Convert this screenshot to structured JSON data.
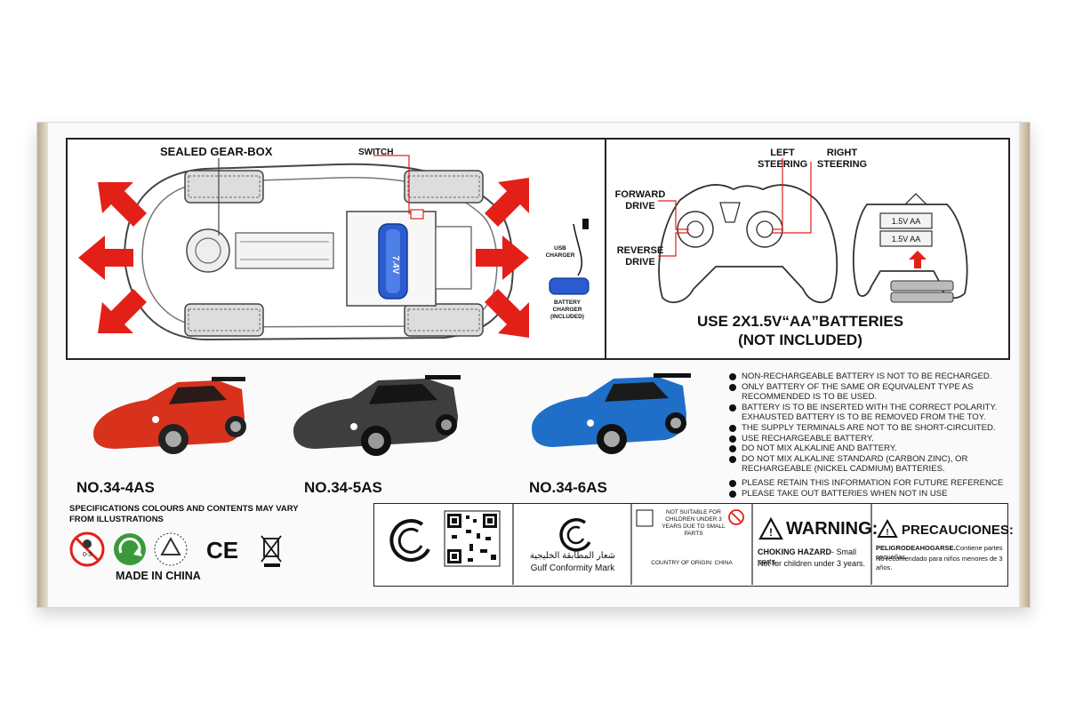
{
  "diagram": {
    "gearbox_label": "SEALED GEAR-BOX",
    "switch_label": "SWITCH",
    "usb_charger_label": "USB CHARGER",
    "battery_charger_label": "BATTERY CHARGER (INCLUDED)",
    "battery_text": "7.4V"
  },
  "remote": {
    "left_steering": "LEFT STEERING",
    "right_steering": "RIGHT STEERING",
    "forward_drive": "FORWARD DRIVE",
    "reverse_drive": "REVERSE DRIVE",
    "battery_slot_1": "1.5V AA",
    "battery_slot_2": "1.5V AA",
    "battery_instruction": "USE 2X1.5V“AA”BATTERIES",
    "battery_note": "(NOT INCLUDED)"
  },
  "cars": [
    {
      "model": "NO.34-4AS",
      "color": "#d8321c"
    },
    {
      "model": "NO.34-5AS",
      "color": "#3e3e3e"
    },
    {
      "model": "NO.34-6AS",
      "color": "#1f6fc8"
    }
  ],
  "warnings": [
    "NON-RECHARGEABLE BATTERY IS NOT TO BE RECHARGED.",
    "ONLY BATTERY OF THE SAME OR EQUIVALENT TYPE AS RECOMMENDED IS TO BE USED.",
    "BATTERY IS TO BE INSERTED WITH THE CORRECT POLARITY. EXHAUSTED BATTERY IS TO BE REMOVED FROM THE TOY.",
    "THE SUPPLY TERMINALS ARE NOT TO BE SHORT-CIRCUITED.",
    "USE RECHARGEABLE BATTERY.",
    "DO NOT MIX ALKALINE AND BATTERY.",
    "DO NOT MIX ALKALINE STANDARD (CARBON ZINC), OR RECHARGEABLE (NICKEL CADMIUM) BATTERIES.",
    "PLEASE RETAIN THIS INFORMATION FOR FUTURE REFERENCE",
    "PLEASE TAKE OUT BATTERIES WHEN NOT IN USE"
  ],
  "footer": {
    "spec_line1": "SPECIFICATIONS COLOURS AND CONTENTS MAY VARY",
    "spec_line2": "FROM ILLUSTRATIONS",
    "age_mark": "0-3",
    "made_in": "MADE IN CHINA",
    "ce_mark": "CE",
    "gulf_mark": "Gulf Conformity Mark",
    "gulf_arabic": "شعار المطابقة الخليجية",
    "not_suitable": "NOT SUITABLE FOR CHILDREN UNDER 3 YEARS DUE TO SMALL PARTS",
    "country_origin": "COUNTRY OF ORIGIN: CHINA",
    "warning_title": "WARNING:",
    "choking": "CHOKING HAZARD",
    "choking_rest": "- Small parts.",
    "not_for": "Not for children under 3 years.",
    "prec_title": "PRECAUCIONES:",
    "peligro": "PELIGRODEAHOGARSE.",
    "peligro_rest": "Contiene partes pequeñas.",
    "no_recom": "No recomendado para niños menores de 3 años."
  },
  "colors": {
    "arrow_red": "#e32018",
    "battery_blue": "#2a5bd0"
  }
}
